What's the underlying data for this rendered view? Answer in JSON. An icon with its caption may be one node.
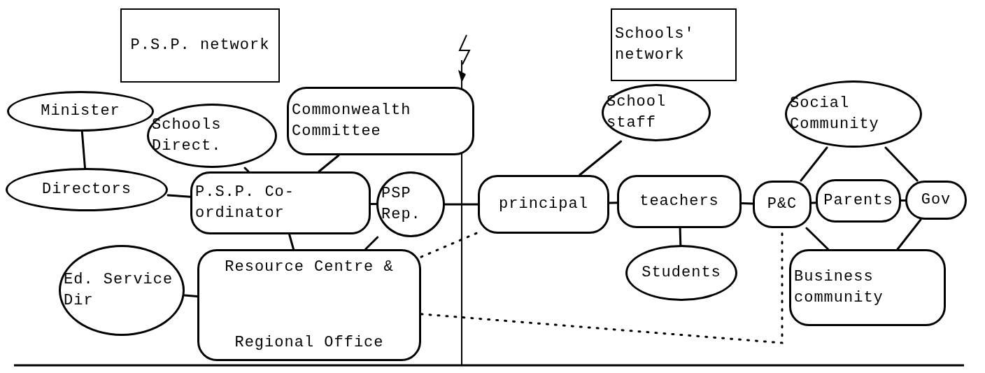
{
  "diagram": {
    "nodes": [
      {
        "text": [
          "P.S.P. network"
        ]
      },
      {
        "text": [
          "Schools' network"
        ]
      },
      {
        "text": [
          "Minister"
        ]
      },
      {
        "text": [
          "Schools Direct."
        ]
      },
      {
        "text": [
          "Commonwealth Committee"
        ]
      },
      {
        "text": [
          "School staff"
        ]
      },
      {
        "text": [
          "Social Community"
        ]
      },
      {
        "text": [
          "Directors"
        ]
      },
      {
        "text": [
          "P.S.P. Co-ordinator"
        ]
      },
      {
        "text": [
          "PSP Rep."
        ]
      },
      {
        "text": [
          "principal"
        ]
      },
      {
        "text": [
          "teachers"
        ]
      },
      {
        "text": [
          "P&C"
        ]
      },
      {
        "text": [
          "Parents"
        ]
      },
      {
        "text": [
          "Gov"
        ]
      },
      {
        "text": [
          "Ed. Service Dir"
        ]
      },
      {
        "text": [
          "Resource Centre &",
          "Regional Office"
        ]
      },
      {
        "text": [
          "Students"
        ]
      },
      {
        "text": [
          "Business community"
        ]
      }
    ],
    "edges": [
      {
        "from": 2,
        "to": 7,
        "arrow": "none"
      },
      {
        "from": 7,
        "to": 8,
        "arrow": "none"
      },
      {
        "from": 3,
        "to": 8,
        "arrow": "none"
      },
      {
        "from": 4,
        "to": 8,
        "arrow": "none"
      },
      {
        "from": 8,
        "to": 9,
        "arrow": "none"
      },
      {
        "from": 8,
        "to": 16,
        "arrow": "none"
      },
      {
        "from": 9,
        "to": 16,
        "arrow": "none"
      },
      {
        "from": 15,
        "to": 16,
        "arrow": "none"
      },
      {
        "from": 9,
        "to": 10,
        "arrow": "none"
      },
      {
        "from": 10,
        "to": 5,
        "arrow": "none"
      },
      {
        "from": 10,
        "to": 11,
        "arrow": "none"
      },
      {
        "from": 11,
        "to": 17,
        "arrow": "none"
      },
      {
        "from": 11,
        "to": 12,
        "arrow": "none"
      },
      {
        "from": 12,
        "to": 13,
        "arrow": "none"
      },
      {
        "from": 13,
        "to": 14,
        "arrow": "none"
      },
      {
        "from": 6,
        "to": 12,
        "arrow": "none"
      },
      {
        "from": 6,
        "to": 14,
        "arrow": "none"
      },
      {
        "from": 12,
        "to": 18,
        "arrow": "none"
      },
      {
        "from": 14,
        "to": 18,
        "arrow": "none"
      },
      {
        "from": 16,
        "to": 10,
        "arrow": "none",
        "style": "dashed"
      },
      {
        "from": 16,
        "to": 12,
        "arrow": "none",
        "style": "dashed"
      }
    ]
  }
}
